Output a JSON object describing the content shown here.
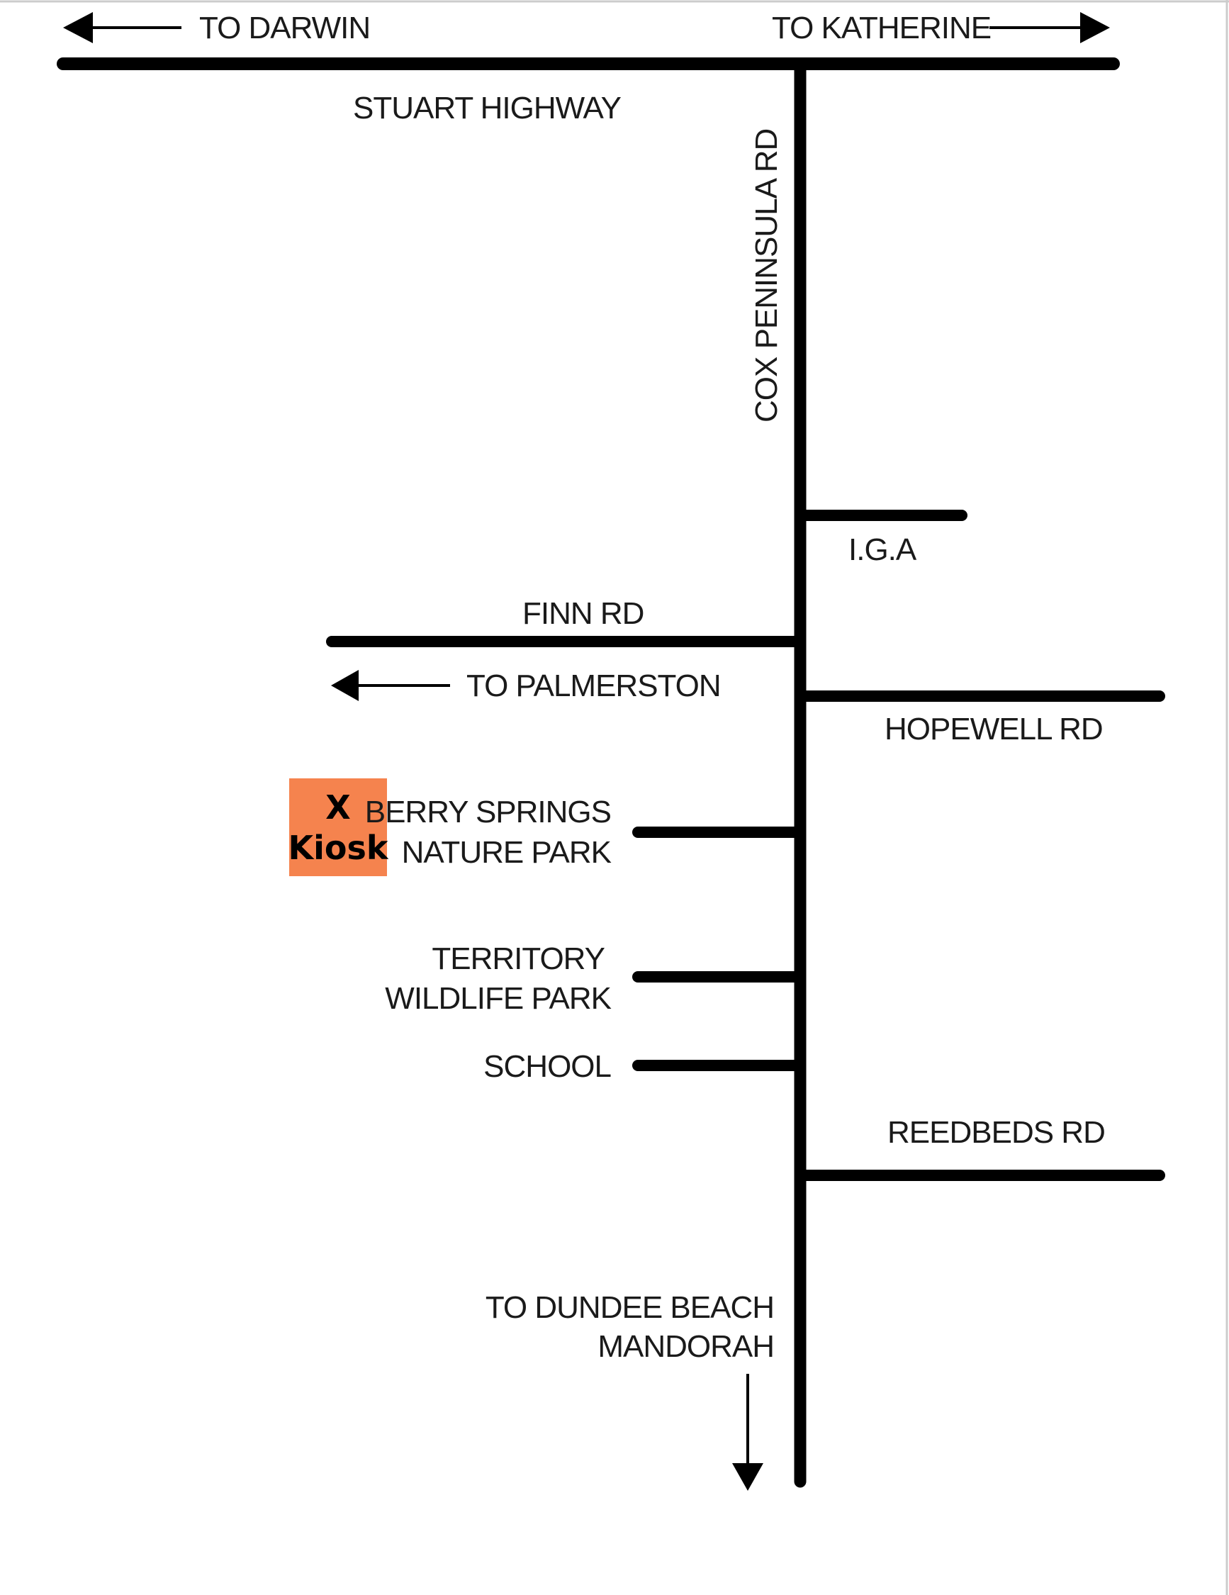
{
  "map": {
    "colors": {
      "road": "#000000",
      "kiosk_fill": "#f5834e",
      "frame": "#cccccc"
    },
    "labels": {
      "to_darwin": "TO DARWIN",
      "to_katherine": "TO KATHERINE",
      "stuart_highway": "STUART HIGHWAY",
      "cox_peninsula_rd": "COX PENINSULA RD",
      "iga": "I.G.A",
      "finn_rd": "FINN RD",
      "to_palmerston": "TO PALMERSTON",
      "hopewell_rd": "HOPEWELL RD",
      "berry_springs_line1": "BERRY SPRINGS",
      "berry_springs_line2": "NATURE PARK",
      "territory_line1": "TERRITORY",
      "territory_line2": "WILDLIFE PARK",
      "school": "SCHOOL",
      "reedbeds_rd": "REEDBEDS RD",
      "dundee_line1": "TO DUNDEE BEACH",
      "dundee_line2": "MANDORAH"
    },
    "kiosk": {
      "marker": "X",
      "label": "Kiosk"
    }
  }
}
